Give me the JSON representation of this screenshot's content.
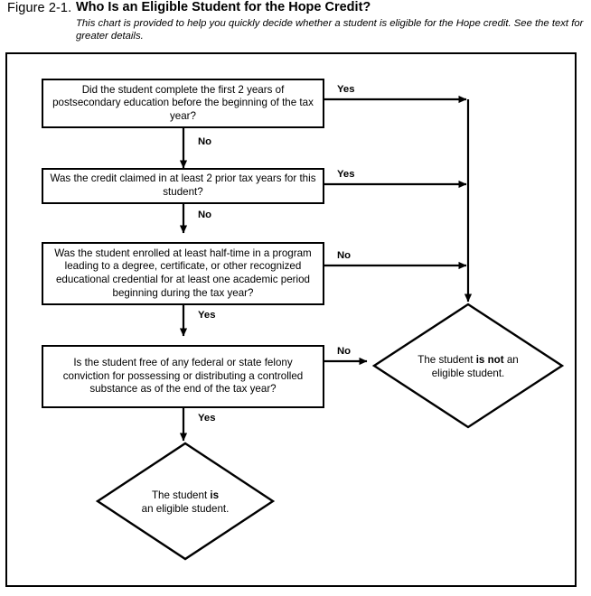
{
  "figure": {
    "label": "Figure 2-1.",
    "title": "Who Is an Eligible Student for the Hope Credit?",
    "subtitle": "This chart is provided to help you quickly decide whether a student is eligible for the Hope credit. See the text for greater details."
  },
  "chart_data": {
    "type": "diagram",
    "title": "Who Is an Eligible Student for the Hope Credit?",
    "nodes": [
      {
        "id": "q1",
        "shape": "rectangle",
        "text": "Did the student complete the first 2 years of postsecondary education before the beginning of the tax year?"
      },
      {
        "id": "q2",
        "shape": "rectangle",
        "text": "Was the credit claimed in at least 2 prior tax years for this student?"
      },
      {
        "id": "q3",
        "shape": "rectangle",
        "text": "Was the student enrolled at least half-time in a program leading to a degree, certificate, or other recognized educational credential for at least one academic period beginning during the tax year?"
      },
      {
        "id": "q4",
        "shape": "rectangle",
        "text": "Is the student free of any federal or state felony conviction for possessing or distributing a controlled substance as of the end of the tax year?"
      },
      {
        "id": "not-eligible",
        "shape": "diamond",
        "text_line1_pre": "The student ",
        "text_line1_bold": "is not",
        "text_line1_post": " an",
        "text_line2": "eligible student."
      },
      {
        "id": "eligible",
        "shape": "diamond",
        "text_line1_pre": "The student ",
        "text_line1_bold": "is",
        "text_line1_post": "",
        "text_line2": "an eligible student."
      }
    ],
    "edges": [
      {
        "from": "q1",
        "to": "not-eligible",
        "label": "Yes"
      },
      {
        "from": "q1",
        "to": "q2",
        "label": "No"
      },
      {
        "from": "q2",
        "to": "not-eligible",
        "label": "Yes"
      },
      {
        "from": "q2",
        "to": "q3",
        "label": "No"
      },
      {
        "from": "q3",
        "to": "not-eligible",
        "label": "No"
      },
      {
        "from": "q3",
        "to": "q4",
        "label": "Yes"
      },
      {
        "from": "q4",
        "to": "not-eligible",
        "label": "No"
      },
      {
        "from": "q4",
        "to": "eligible",
        "label": "Yes"
      }
    ]
  },
  "boxes": {
    "q1": "Did the student complete the first 2 years of postsecondary education before the beginning of the tax year?",
    "q2": "Was the credit claimed in at least 2 prior tax years for this student?",
    "q3": "Was the student enrolled at least half-time in a program leading to a degree, certificate, or other recognized educational credential for at least one academic period beginning during the tax year?",
    "q4": "Is the student free of any federal or state felony conviction for possessing or distributing a controlled substance as of the end of the tax year?"
  },
  "outcomes": {
    "not_eligible": {
      "pre": "The student ",
      "bold": "is not",
      "post": " an",
      "line2": "eligible student."
    },
    "eligible": {
      "pre": "The student ",
      "bold": "is",
      "post": "",
      "line2": "an eligible student."
    }
  },
  "edge_labels": {
    "q1_yes": "Yes",
    "q1_no": "No",
    "q2_yes": "Yes",
    "q2_no": "No",
    "q3_no": "No",
    "q3_yes": "Yes",
    "q4_no": "No",
    "q4_yes": "Yes"
  },
  "colors": {
    "stroke": "#000000",
    "background": "#ffffff",
    "text": "#000000"
  }
}
